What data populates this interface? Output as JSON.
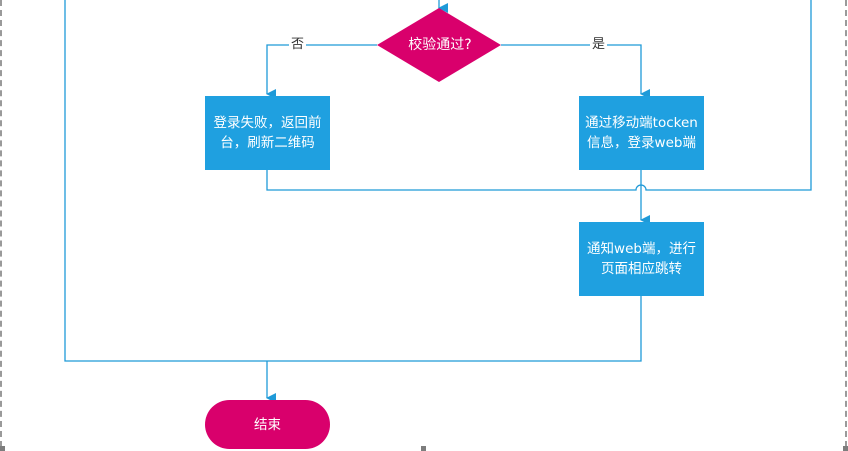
{
  "diagram": {
    "type": "flowchart",
    "colors": {
      "process_fill": "#1fa0e0",
      "decision_fill": "#d9006c",
      "terminal_fill": "#d9006c",
      "connector": "#1f8fd6",
      "page_border": "#9a9a9a"
    },
    "nodes": {
      "decision": {
        "shape": "diamond",
        "text": "校验通过?"
      },
      "fail": {
        "shape": "process",
        "text": "登录失败，返回前台，刷新二维码"
      },
      "success": {
        "shape": "process",
        "text": "通过移动端tocken信息，登录web端"
      },
      "notify": {
        "shape": "process",
        "text": "通知web端，进行页面相应跳转"
      },
      "end": {
        "shape": "terminal",
        "text": "结束"
      }
    },
    "edges": [
      {
        "from": "decision",
        "to": "fail",
        "label": "否"
      },
      {
        "from": "decision",
        "to": "success",
        "label": "是"
      },
      {
        "from": "success",
        "to": "notify",
        "label": ""
      },
      {
        "from": "fail",
        "to": "loop-back",
        "label": ""
      },
      {
        "from": "notify",
        "to": "end",
        "label": ""
      }
    ],
    "edge_labels": {
      "no": "否",
      "yes": "是"
    }
  }
}
